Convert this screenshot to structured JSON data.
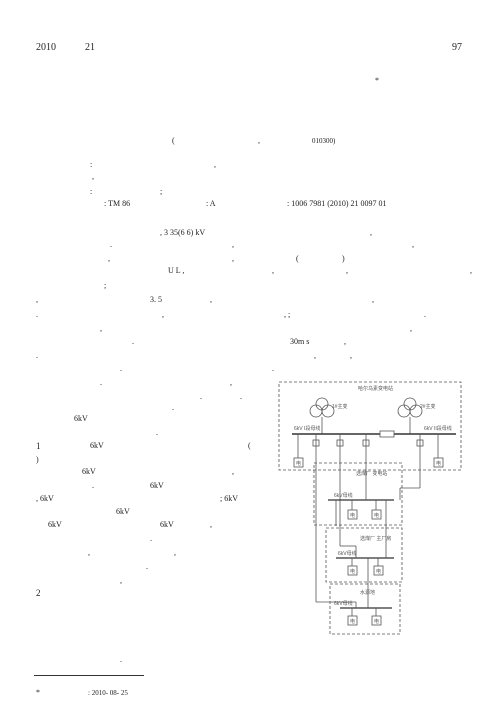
{
  "header": {
    "year": "2010",
    "issue": "21",
    "page": "97"
  },
  "title_mark": "*",
  "affiliation_paren": "(",
  "affiliation_comma": ",",
  "postcode": "010300)",
  "meta": {
    "abstract_colon": ":",
    "abstract_comma": ",",
    "abstract_comma2": ",",
    "keywords_colon": ":",
    "keywords_semicolon": ";",
    "classification": ": TM 86",
    "doc_code": ": A",
    "article_no": ": 1006    7981 (2010) 21    0097    01"
  },
  "body": {
    "p1_voltage": ", 3    35(6 6) kV",
    "p1_comma_a": ",",
    "p1_comma_b": ".",
    "p1_comma_c": ",",
    "p1_comma_d": ",",
    "p1_comma_e": ",",
    "p1_paren_open": "(",
    "p1_paren_close": ")",
    "p1_ul": "U L ,",
    "p1_comma_f": ",",
    "p1_comma_g": ",",
    "p1_comma_h": ",",
    "p1_semicolon": ";",
    "p2_value": "3.  5",
    "p2_comma_a": ",",
    "p2_comma_b": ",",
    "p2_comma_c": ",",
    "p2_comma_d": ".",
    "p2_mid": ",    ;",
    "p2_comma_e": ",",
    "p2_comma_f": ".",
    "p2_comma_g": ",",
    "p2_comma_h": ",",
    "p2_comma_i": ".",
    "p2_time": "30m s",
    "p2_comma_j": ",",
    "p2_comma_k": ".",
    "p2_comma_l": ",",
    "p2_comma_m": ",",
    "p2_comma_n": ".",
    "p2_comma_o": ".",
    "p2_comma_p": ".",
    "p2_comma_q": ",",
    "p2_comma_r": ".",
    "p2_comma_s": ".",
    "p2_comma_t": ",",
    "p2_comma_u": ".",
    "p2_kv": "6kV",
    "p2_end": "."
  },
  "section1": {
    "number": "1",
    "kv": "6kV",
    "paren_open": "(",
    "paren_close": ")",
    "l1_kv": "6kV",
    "l1_end": ",",
    "l2_dot": ".",
    "l2_kv": "6kV",
    "l3_kv": ", 6kV",
    "l3_right": "; 6kV",
    "l4_kv": "6kV",
    "l5_kv_a": "6kV",
    "l5_kv_b": "6kV",
    "l5_end": ",",
    "l6_end": ".",
    "l7_a": ",",
    "l7_b": ",",
    "l8_end": ".",
    "l9_end": ","
  },
  "section2": {
    "number": "2"
  },
  "footnote": {
    "mark": "*",
    "date": ":  2010-   08-   25",
    "above": "."
  },
  "diagram": {
    "top_box_label": "哈尔乌素变电站",
    "transformer_left": "1#主变",
    "transformer_right": "2#主变",
    "bus_left": "6kV I段母线",
    "bus_right": "6kV II段母线",
    "sub1_title": "选煤厂\n变电站",
    "sub1_bus": "6kV母线",
    "sub2_title": "选煤厂\n主厂房",
    "sub2_bus": "6kV母线",
    "sub3_title": "水源地",
    "sub3_bus": "6kV母线",
    "feeder_label": "电"
  }
}
